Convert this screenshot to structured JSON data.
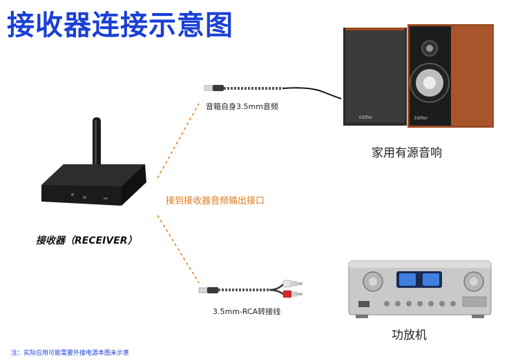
{
  "title": "接收器连接示意图",
  "labels": {
    "speaker_cable": "音箱自身3.5mm音频",
    "home_speaker": "家用有源音响",
    "connect_output": "接到接收器音频输出接口",
    "receiver": "接收器（RECEIVER）",
    "rca_cable": "3.5mm-RCA转接线",
    "amplifier": "功放机",
    "note": "注：实际应用可能需要外接电源本图未示意",
    "speaker_brand": "Edifier"
  },
  "colors": {
    "title": "#1a3fd6",
    "dashed_line": "#e07b1e",
    "wood": "#9b4a22"
  }
}
